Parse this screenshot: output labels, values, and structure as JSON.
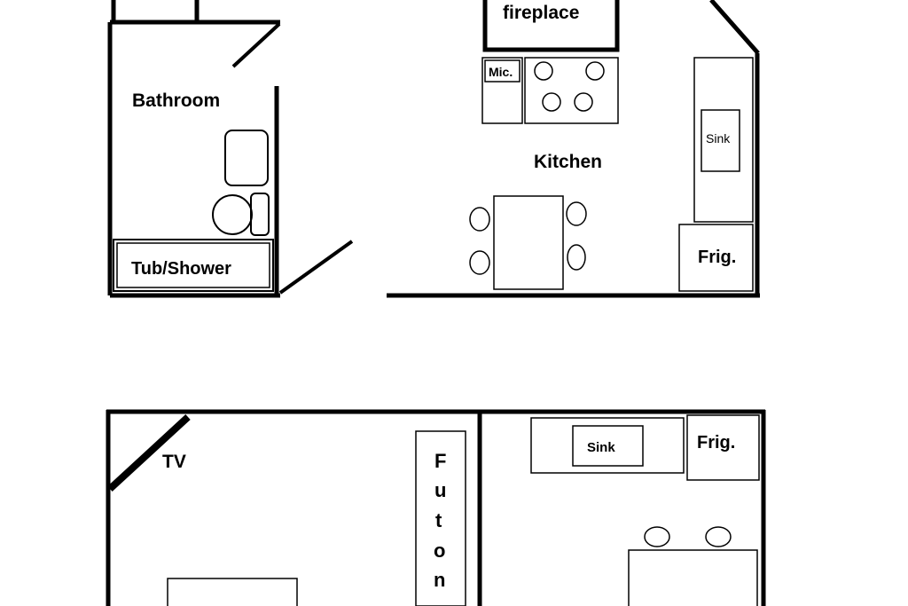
{
  "upper_plan": {
    "rooms": {
      "bathroom": "Bathroom",
      "kitchen": "Kitchen"
    },
    "fixtures": {
      "fireplace": "fireplace",
      "microwave": "Mic.",
      "sink": "Sink",
      "fridge": "Frig.",
      "tub_shower": "Tub/Shower"
    }
  },
  "lower_plan": {
    "fixtures": {
      "tv": "TV",
      "futon_letters": [
        "F",
        "u",
        "t",
        "o",
        "n"
      ],
      "sink": "Sink",
      "fridge": "Frig."
    }
  }
}
